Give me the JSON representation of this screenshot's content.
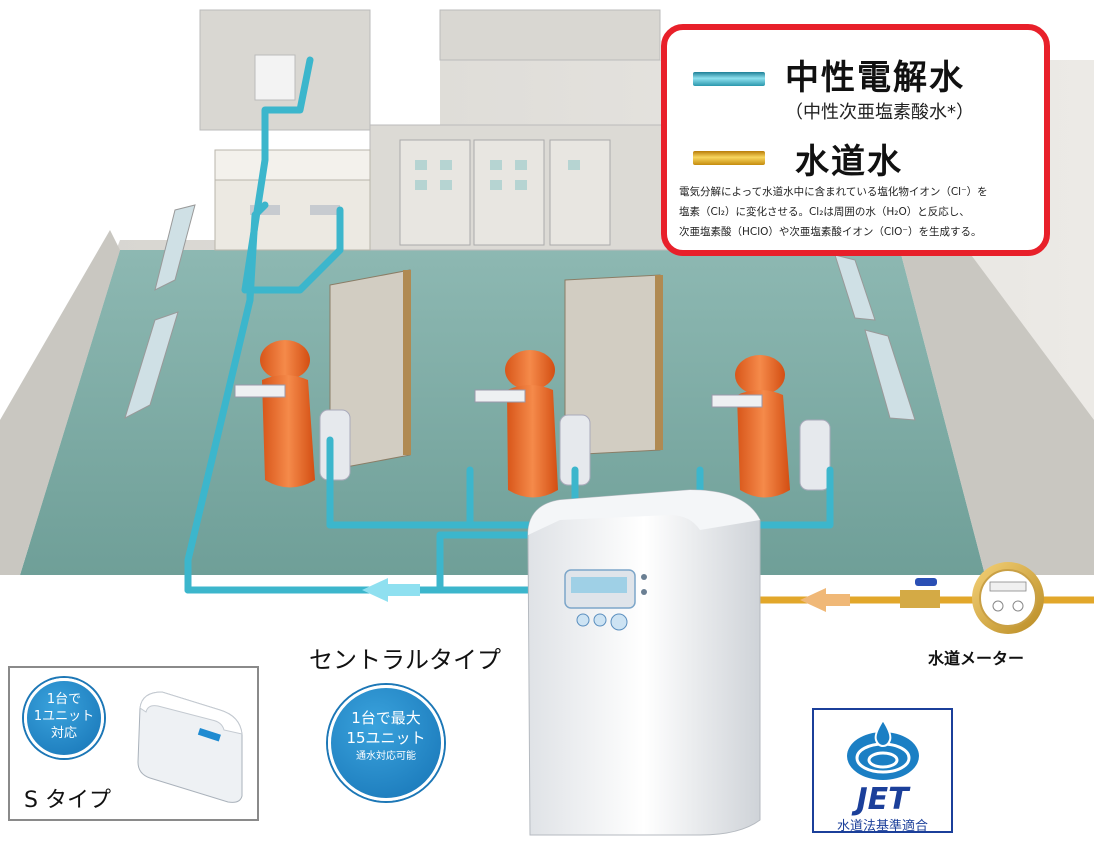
{
  "legend": {
    "neutral_water": {
      "label": "中性電解水",
      "sublabel": "（中性次亜塩素酸水*）",
      "color": "#3cb6cc"
    },
    "tap_water": {
      "label": "水道水",
      "color": "#e2a72a"
    },
    "note_lines": [
      "電気分解によって水道水中に含まれている塩化物イオン（Cl⁻）を",
      "塩素（Cl₂）に変化させる。Cl₂は周囲の水（H₂O）と反応し、",
      "次亜塩素酸（HClO）や次亜塩素酸イオン（ClO⁻）を生成する。"
    ],
    "border_color": "#e8202a"
  },
  "central_type": {
    "label": "セントラルタイプ",
    "badge": [
      "1台で最大",
      "15ユニット",
      "通水対応可能"
    ]
  },
  "s_type": {
    "label": "S タイプ",
    "badge": [
      "1台で",
      "1ユニット",
      "対応"
    ]
  },
  "meter": {
    "label": "水道メーター"
  },
  "jet": {
    "logo": "JET",
    "label": "水道法基準適合"
  },
  "colors": {
    "accent_blue": "#1c77b6",
    "floor": "#7aa9a3"
  }
}
